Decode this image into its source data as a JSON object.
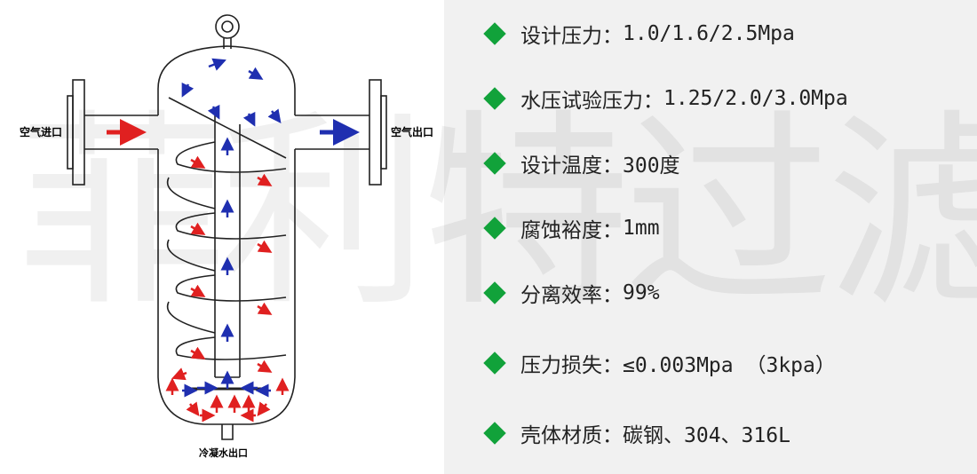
{
  "watermark": {
    "chars": [
      "菲",
      "利",
      "特",
      "过",
      "滤"
    ]
  },
  "diagram": {
    "inlet_label": "空气进口",
    "outlet_label": "空气出口",
    "drain_label": "冷凝水出口"
  },
  "specs": [
    {
      "label": "设计压力：",
      "value": "1.0/1.6/2.5Mpa"
    },
    {
      "label": "水压试验压力：",
      "value": "1.25/2.0/3.0Mpa"
    },
    {
      "label": "设计温度：",
      "value": "300度"
    },
    {
      "label": "腐蚀裕度：",
      "value": "1mm"
    },
    {
      "label": "分离效率：",
      "value": "99%"
    },
    {
      "label": "压力损失：",
      "value": "≤0.003Mpa （3kpa）"
    },
    {
      "label": "壳体材质：",
      "value": "碳钢、304、316L"
    }
  ],
  "colors": {
    "bullet": "#11a23a",
    "hot_arrow": "#e02020",
    "cold_arrow": "#1f2fb0",
    "panel_bg": "#f1f1f1"
  }
}
